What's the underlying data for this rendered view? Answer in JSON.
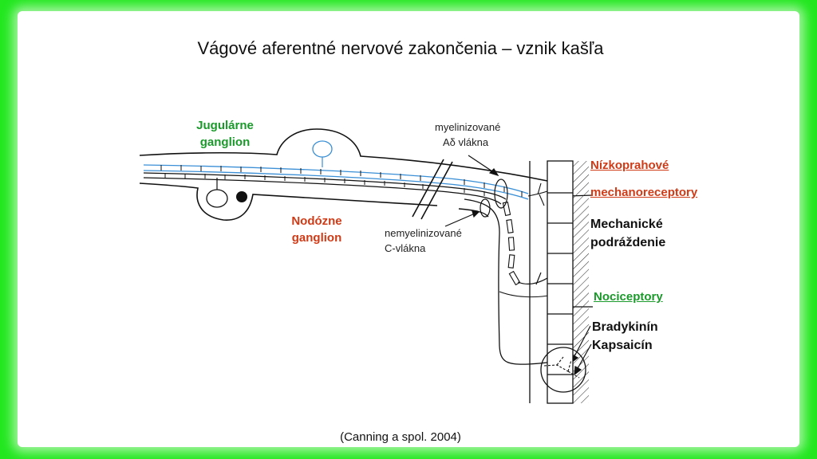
{
  "title": "Vágové aferentné nervové zakončenia – vznik kašľa",
  "labels": {
    "jugular_line1": "Jugulárne",
    "jugular_line2": "ganglion",
    "nodose_line1": "Nodózne",
    "nodose_line2": "ganglion",
    "myelinated_line1": "myelinizované",
    "myelinated_line2": "Aδ vlákna",
    "unmyelinated_line1": "nemyelinizované",
    "unmyelinated_line2": "C-vlákna",
    "low_threshold": "Nízkoprahové",
    "mechanoreceptors": "mechanoreceptory",
    "mechanical_line1": "Mechanické",
    "mechanical_line2": "podráždenie",
    "nociceptors": "Nociceptory",
    "bradykinin": "Bradykinín",
    "capsaicin": "Kapsaicín"
  },
  "citation": "(Canning a spol. 2004)",
  "colors": {
    "frame": "#22e71f",
    "green_label": "#1a9a2a",
    "red_label": "#cf3b17",
    "myelinated_fiber": "#3a8fd6"
  }
}
